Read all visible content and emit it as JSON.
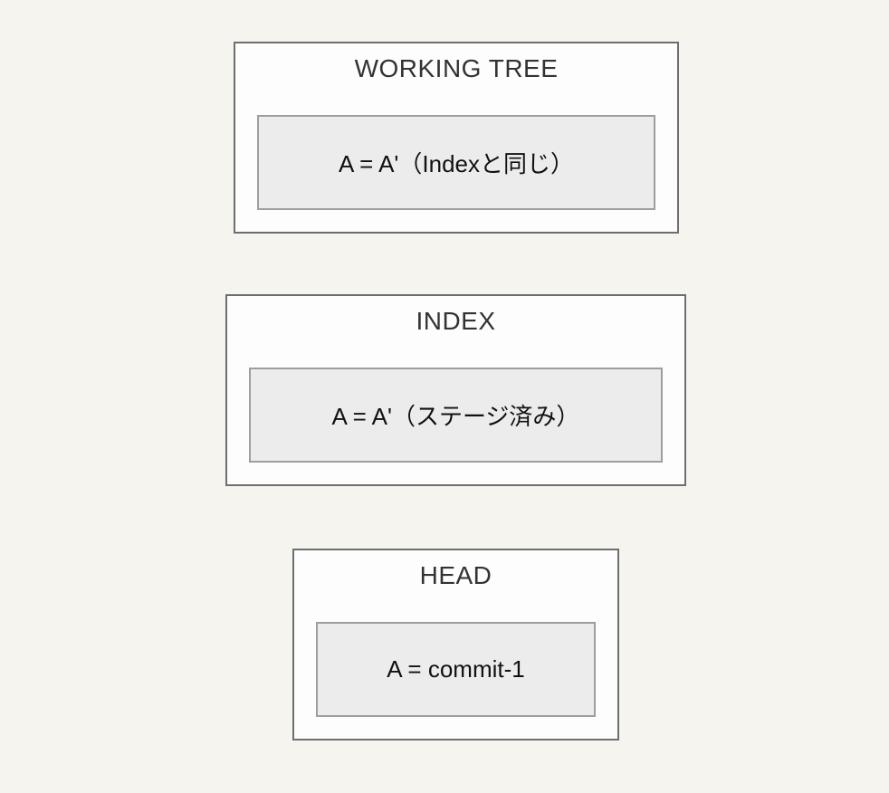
{
  "page": {
    "background_color": "#F5F4EF"
  },
  "colors": {
    "outer_box_fill": "#FDFDFD",
    "outer_box_border": "#6E6E6E",
    "inner_box_fill": "#ECECEC",
    "inner_box_border": "#9E9E9E",
    "title_text": "#333333",
    "label_text": "#111111"
  },
  "boxes": [
    {
      "id": "working-tree",
      "title": "WORKING TREE",
      "label": "A = A'（Indexと同じ）"
    },
    {
      "id": "index",
      "title": "INDEX",
      "label": "A = A'（ステージ済み）"
    },
    {
      "id": "head",
      "title": "HEAD",
      "label": "A = commit-1"
    }
  ]
}
